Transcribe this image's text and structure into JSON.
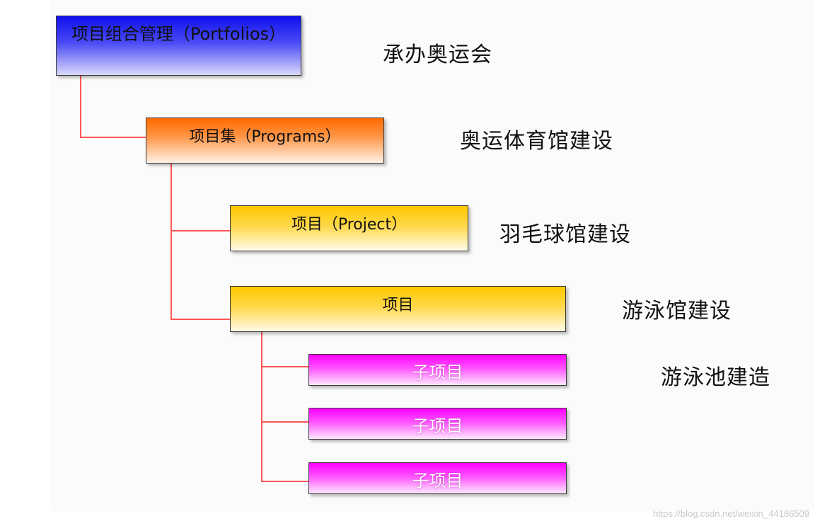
{
  "colors": {
    "connector": "#ff5555",
    "portfolio_fill": "#1010ee",
    "programs_fill": "#ff6a00",
    "project_fill": "#ffc800",
    "subproject_fill": "#ff00ff"
  },
  "nodes": {
    "portfolio": "项目组合管理（Portfolios）",
    "programs": "项目集（Programs）",
    "project_1": "项目（Project）",
    "project_2": "项目",
    "subprojects": [
      "子项目",
      "子项目",
      "子项目"
    ]
  },
  "examples": {
    "portfolio": "承办奥运会",
    "programs": "奥运体育馆建设",
    "project_1": "羽毛球馆建设",
    "project_2": "游泳馆建设",
    "subproject": "游泳池建造"
  },
  "watermark": "https://blog.csdn.net/weixin_44186509"
}
